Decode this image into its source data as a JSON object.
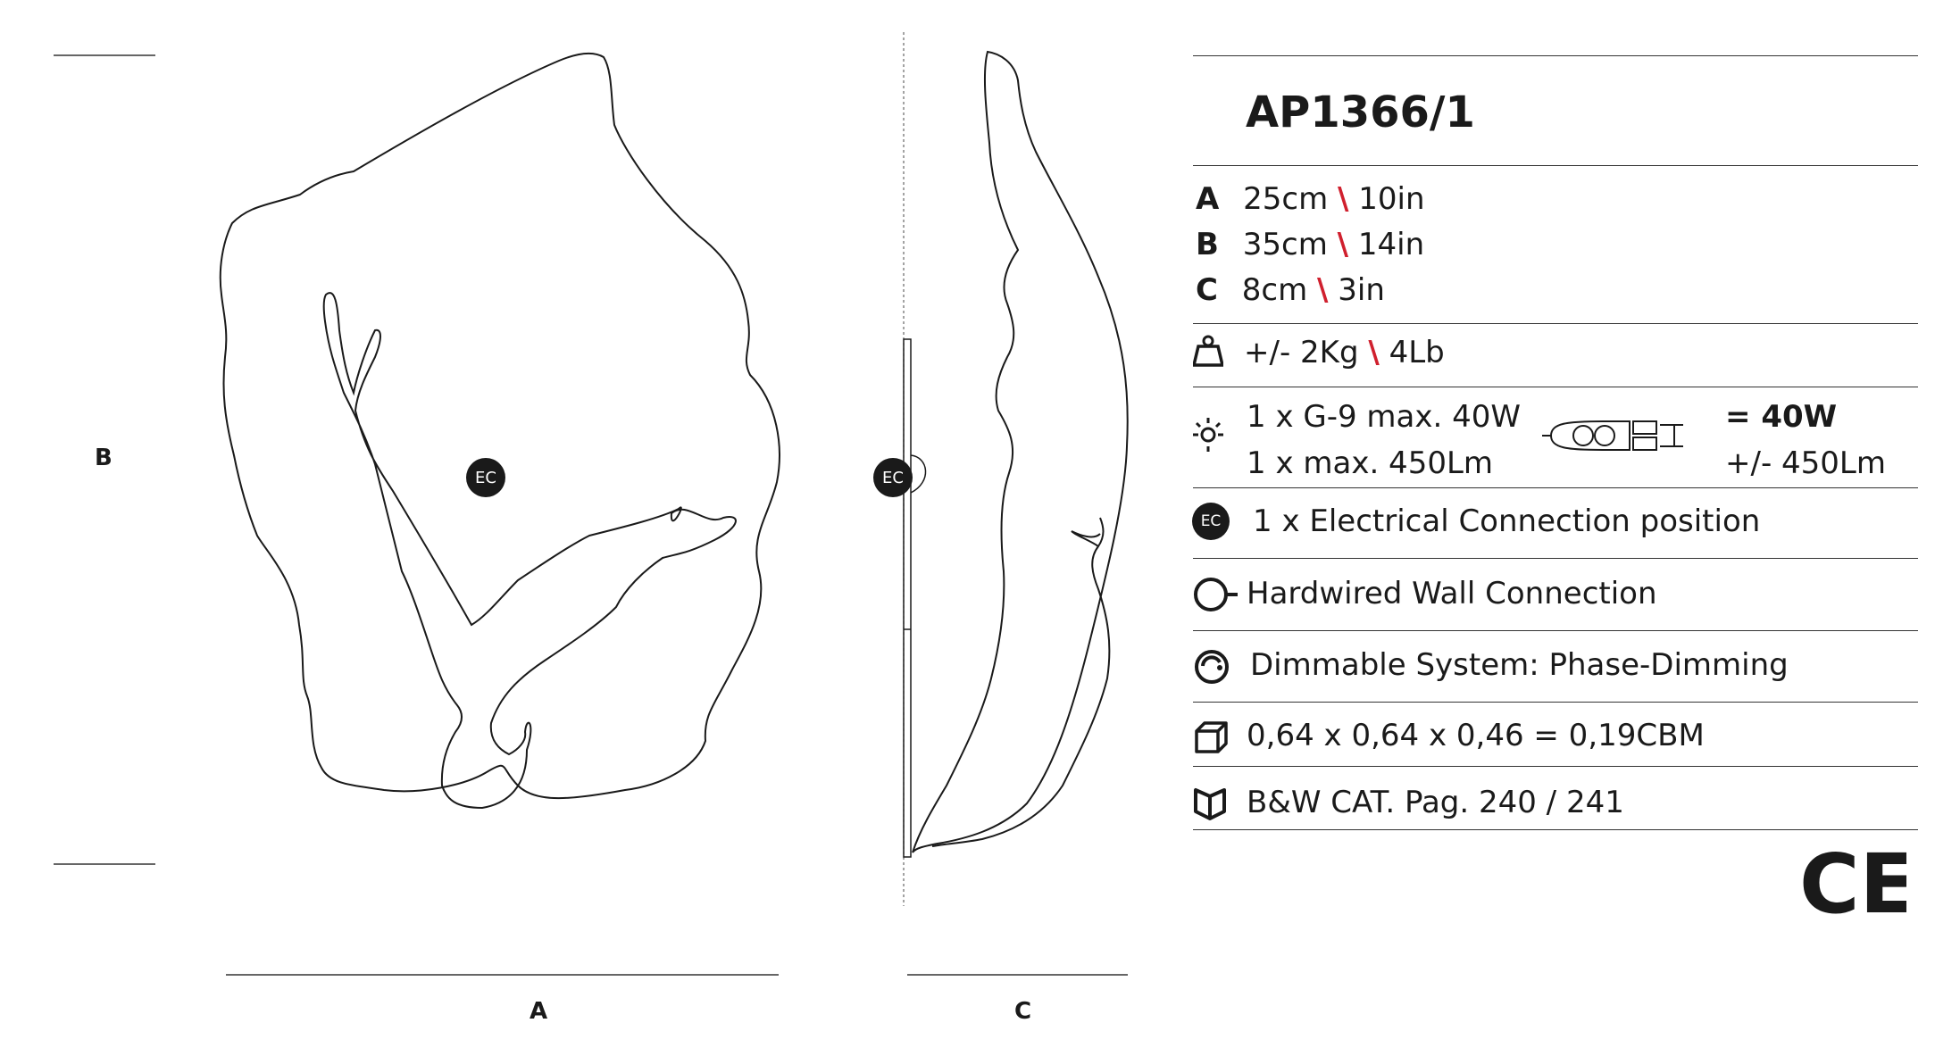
{
  "dimensions": {
    "a_letter": "A",
    "b_letter": "B",
    "c_letter": "C"
  },
  "views": {
    "front_marker": "EC",
    "side_marker": "EC"
  },
  "spec": {
    "model": "AP1366/1",
    "sizes": [
      {
        "letter": "A",
        "metric": "25cm",
        "sep": "\\",
        "imperial": "10in"
      },
      {
        "letter": "B",
        "metric": "35cm",
        "sep": "\\",
        "imperial": "14in"
      },
      {
        "letter": "C",
        "metric": "8cm",
        "sep": "\\",
        "imperial": "3in"
      }
    ],
    "weight": {
      "metric": "+/- 2Kg",
      "sep": "\\",
      "imperial": "4Lb",
      "icon": "weight-icon"
    },
    "lamp": {
      "icon": "bulb-light-icon",
      "line1": "1 x G-9 max. 40W",
      "line2": "1 x max. 450Lm",
      "bulb_icon": "g9-bulb-icon",
      "total_watt": "= 40W",
      "total_lumen": "+/- 450Lm"
    },
    "ec": {
      "badge": "EC",
      "text": "1 x Electrical Connection position"
    },
    "wired": {
      "icon": "hardwired-icon",
      "text": "Hardwired Wall Connection"
    },
    "dimmable": {
      "icon": "dimmer-icon",
      "text": "Dimmable System: Phase-Dimming"
    },
    "volume": {
      "icon": "box-icon",
      "text": "0,64 x 0,64 x 0,46 = 0,19CBM"
    },
    "catalog": {
      "icon": "catalog-book-icon",
      "text": "B&W CAT. Pag. 240 / 241"
    },
    "certification": "CE"
  },
  "colors": {
    "separator": "#d0202e",
    "ink": "#1a1a1a"
  }
}
